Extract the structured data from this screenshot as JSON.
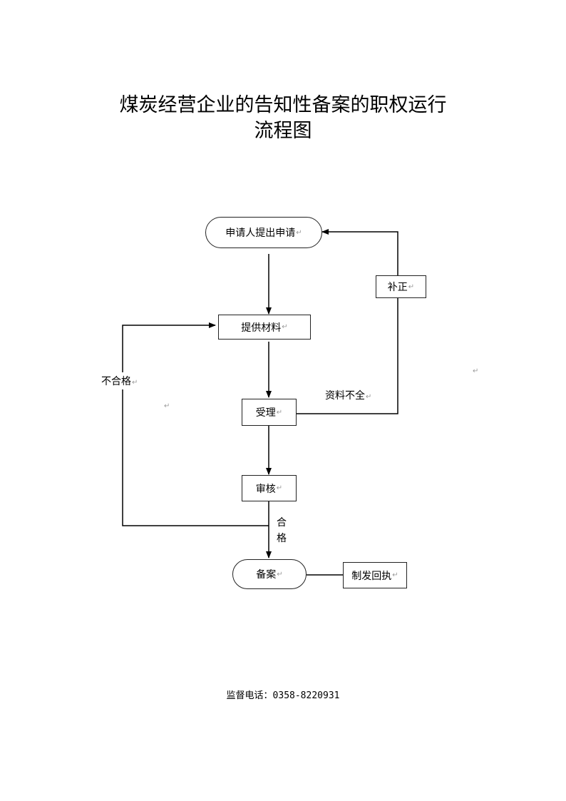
{
  "title": {
    "line1": "煤炭经营企业的告知性备案的职权运行",
    "line2": "流程图"
  },
  "nodes": {
    "apply": "申请人提出申请",
    "provide": "提供材料",
    "accept": "受理",
    "review": "审核",
    "file": "备案",
    "receipt": "制发回执",
    "correct": "补正"
  },
  "edge_labels": {
    "unqualified": "不合格",
    "incomplete": "资料不全",
    "qualified_1": "合",
    "qualified_2": "格"
  },
  "paragraph_mark": "↵",
  "footer": {
    "label": "监督电话：",
    "phone": "0358-8220931"
  }
}
